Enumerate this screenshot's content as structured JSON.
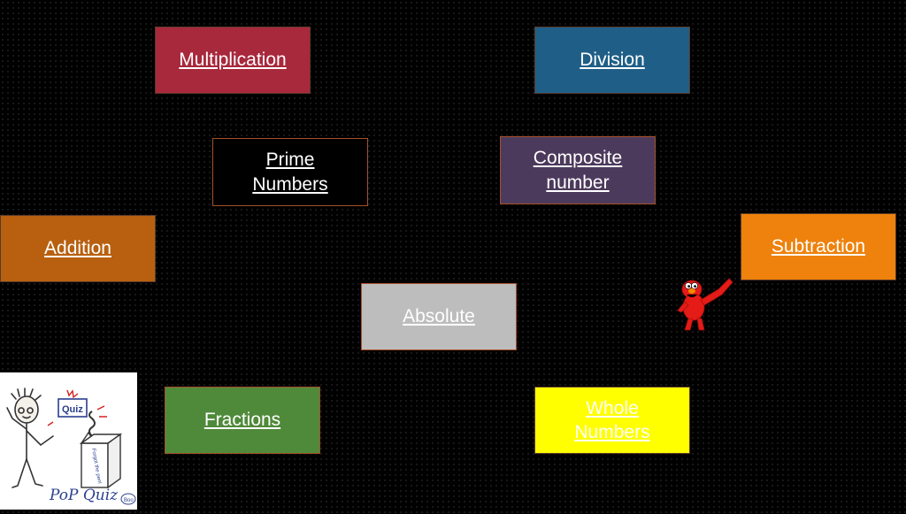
{
  "tiles": {
    "multiplication": "Multiplication",
    "division": "Division",
    "prime_line1": "Prime",
    "prime_line2": "Numbers",
    "composite_line1": "Composite",
    "composite_line2": "number",
    "addition": "Addition",
    "subtraction": "Subtraction",
    "absolute": "Absolute",
    "fractions": "Fractions",
    "whole_line1": "Whole",
    "whole_line2": "Numbers"
  },
  "pop_quiz": {
    "box_label": "Quiz",
    "box_side": "Forgot the pen!",
    "title": "PoP Quiz",
    "bubble": "Boo"
  },
  "colors": {
    "multiplication": "#a8283c",
    "division": "#1f5f87",
    "composite": "#4c3a5c",
    "addition": "#b8600f",
    "subtraction": "#ee820c",
    "absolute": "#bdbdbd",
    "fractions": "#4f8a3a",
    "whole": "#ffff00"
  },
  "icons": {
    "character": "red-furry-character-icon",
    "quiz_illustration": "pop-quiz-cartoon-icon"
  }
}
